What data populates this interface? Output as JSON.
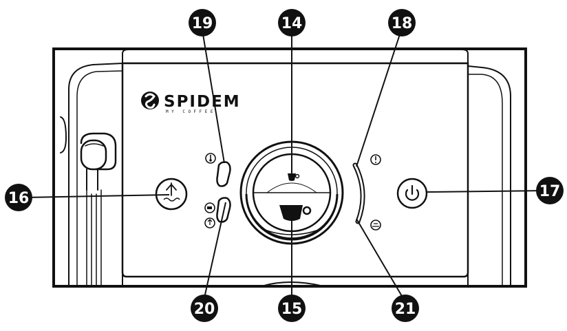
{
  "brand": {
    "name": "SPIDEM",
    "tagline": "MY COFFEE"
  },
  "callouts": [
    {
      "id": "19",
      "label": "19",
      "part": "steam-temperature-button"
    },
    {
      "id": "14",
      "label": "14",
      "part": "one-cup-selector"
    },
    {
      "id": "18",
      "label": "18",
      "part": "alarm-light"
    },
    {
      "id": "16",
      "label": "16",
      "part": "hot-water-steam-knob"
    },
    {
      "id": "17",
      "label": "17",
      "part": "power-button"
    },
    {
      "id": "20",
      "label": "20",
      "part": "coffee-hot-water-button"
    },
    {
      "id": "15",
      "label": "15",
      "part": "two-cup-selector"
    },
    {
      "id": "21",
      "label": "21",
      "part": "descale-light"
    }
  ],
  "colors": {
    "line": "#111111",
    "badge": "#111111",
    "badge_text": "#ffffff",
    "panel": "#ffffff"
  }
}
